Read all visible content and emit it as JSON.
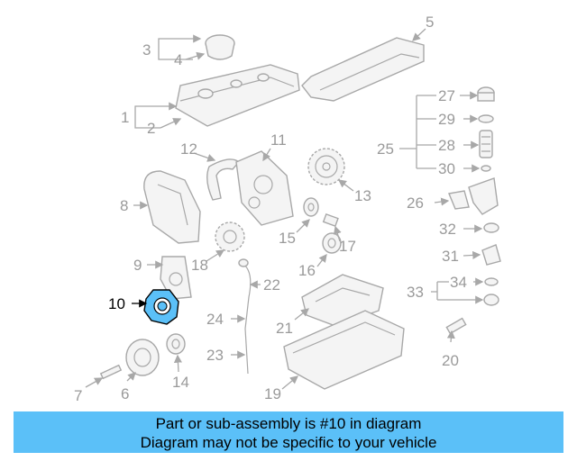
{
  "diagram": {
    "callouts": [
      "1",
      "2",
      "3",
      "4",
      "5",
      "6",
      "7",
      "8",
      "9",
      "10",
      "11",
      "12",
      "13",
      "14",
      "15",
      "16",
      "17",
      "18",
      "19",
      "20",
      "21",
      "22",
      "23",
      "24",
      "25",
      "26",
      "27",
      "28",
      "29",
      "30",
      "31",
      "32",
      "33",
      "34"
    ],
    "highlighted_callout": "10",
    "colors": {
      "line": "#a8a8a8",
      "label": "#9a9a9a",
      "highlight_fill": "#5bc0f8",
      "highlight_label": "#000000"
    }
  },
  "banner": {
    "line1": "Part or sub-assembly is #10 in diagram",
    "line2": "Diagram may not be specific to your vehicle",
    "background": "#5bc0f8"
  }
}
